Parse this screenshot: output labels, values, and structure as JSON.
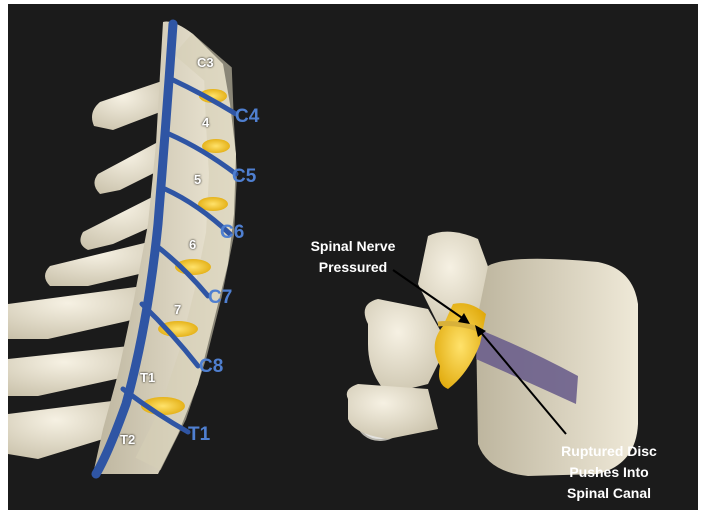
{
  "vertebra_labels": {
    "c3": "C3",
    "v4": "4",
    "v5": "5",
    "v6": "6",
    "v7": "7",
    "t1": "T1",
    "t2": "T2"
  },
  "nerve_labels": {
    "c4": "C4",
    "c5": "C5",
    "c6": "C6",
    "c7": "C7",
    "c8": "C8",
    "t1": "T1"
  },
  "callouts": {
    "spinal_nerve": [
      "Spinal Nerve",
      "Pressured"
    ],
    "ruptured_disc": [
      "Ruptured Disc",
      "Pushes Into",
      "Spinal Canal"
    ]
  },
  "colors": {
    "background": "#1b1b1b",
    "bone": "#ece6d4",
    "nerve": "#2f55a4",
    "nerve_label": "#4f7fd0",
    "disc": "#f1c40f",
    "disc_ring": "#6b5f8c"
  }
}
